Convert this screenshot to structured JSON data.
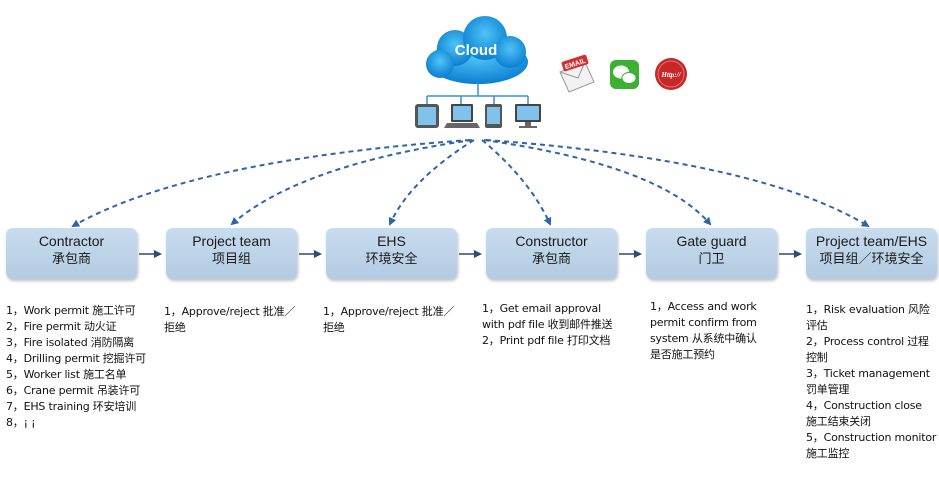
{
  "cloud": {
    "label": "Cloud"
  },
  "channels": [
    {
      "icon": "email-icon",
      "label": "EMAIL"
    },
    {
      "icon": "wechat-icon",
      "label": ""
    },
    {
      "icon": "http-icon",
      "label": "Http://"
    }
  ],
  "devices": [
    "tablet-icon",
    "laptop-icon",
    "phone-icon",
    "desktop-icon"
  ],
  "stages": [
    {
      "en": "Contractor",
      "cn": "承包商",
      "notes": [
        "1，Work permit 施工许可",
        "2，Fire permit 动火证",
        "3，Fire isolated 消防隔离",
        "4，Drilling permit 挖掘许可",
        "5，Worker list 施工名单",
        "6，Crane permit 吊装许可",
        "7，EHS training 环安培训",
        "8，¡ ¡"
      ]
    },
    {
      "en": "Project team",
      "cn": "项目组",
      "notes": [
        "1，Approve/reject 批准／",
        "拒绝"
      ]
    },
    {
      "en": "EHS",
      "cn": "环境安全",
      "notes": [
        "1，Approve/reject 批准／",
        "拒绝"
      ]
    },
    {
      "en": "Constructor",
      "cn": "承包商",
      "notes": [
        "1，Get email approval",
        "with pdf file 收到邮件推送",
        "2，Print pdf file 打印文档"
      ]
    },
    {
      "en": "Gate guard",
      "cn": "门卫",
      "notes": [
        "1，Access and work",
        "permit confirm from",
        "system 从系统中确认",
        "是否施工预约"
      ]
    },
    {
      "en": "Project team/EHS",
      "cn": "项目组／环境安全",
      "notes": [
        "1，Risk evaluation 风险",
        "评估",
        "2，Process control 过程",
        "控制",
        "3，Ticket management",
        "罚单管理",
        "4，Construction close",
        "施工结束关闭",
        "5，Construction monitor",
        "施工监控"
      ]
    }
  ]
}
